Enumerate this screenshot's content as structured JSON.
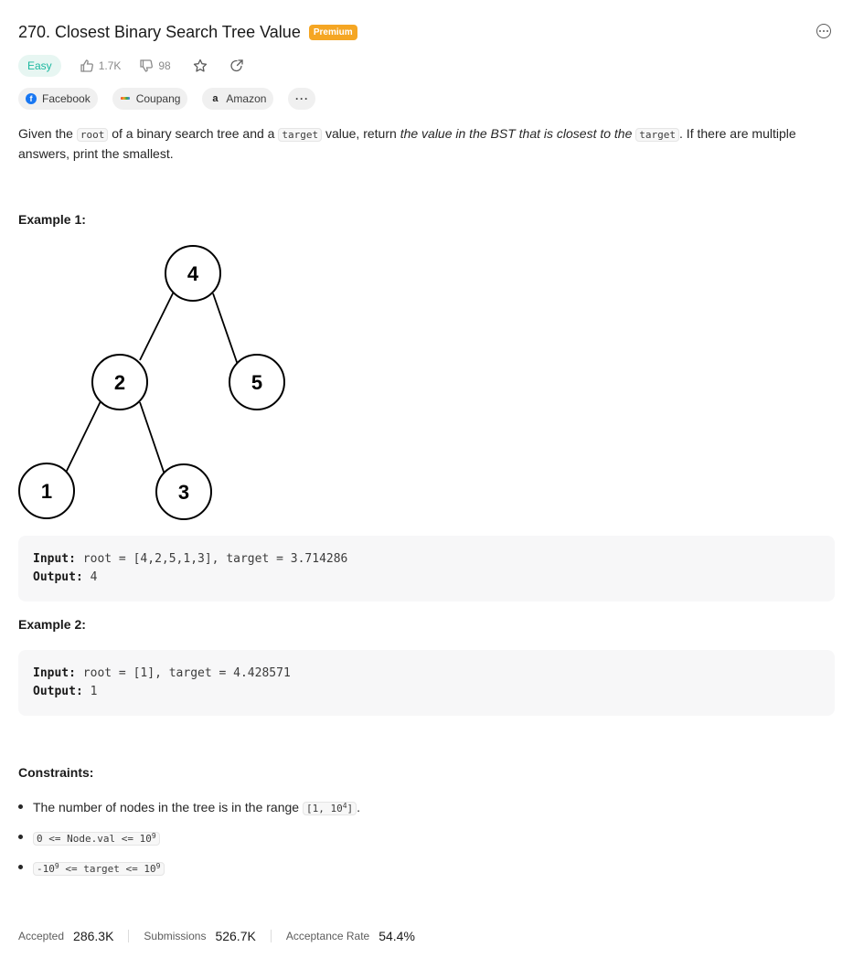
{
  "problem": {
    "title": "270. Closest Binary Search Tree Value",
    "premium_badge": "Premium",
    "difficulty": "Easy",
    "likes": "1.7K",
    "dislikes": "98",
    "companies": [
      "Facebook",
      "Coupang",
      "Amazon"
    ],
    "more_companies": "···"
  },
  "description": {
    "part1": "Given the ",
    "code1": "root",
    "part2": " of a binary search tree and a ",
    "code2": "target",
    "part3": " value, return ",
    "italic": "the value in the BST that is closest to the",
    "part4": " ",
    "code3": "target",
    "part5": ". If there are multiple answers, print the smallest."
  },
  "example1": {
    "title": "Example 1:",
    "input_label": "Input:",
    "input": "root = [4,2,5,1,3], target = 3.714286",
    "output_label": "Output:",
    "output": "4",
    "tree_nodes": [
      "4",
      "2",
      "5",
      "1",
      "3"
    ]
  },
  "example2": {
    "title": "Example 2:",
    "input_label": "Input:",
    "input": "root = [1], target = 4.428571",
    "output_label": "Output:",
    "output": "1"
  },
  "constraints": {
    "title": "Constraints:",
    "c1_text": "The number of nodes in the tree is in the range ",
    "c1_code_a": "[1, 10",
    "c1_sup": "4",
    "c1_code_b": "]",
    "c1_end": ".",
    "c2_code": "0 <= Node.val <= 10",
    "c2_sup": "9",
    "c3_code_a": "-10",
    "c3_sup_a": "9",
    "c3_code_b": " <= target <= 10",
    "c3_sup_b": "9"
  },
  "stats": {
    "accepted_label": "Accepted",
    "accepted_value": "286.3K",
    "submissions_label": "Submissions",
    "submissions_value": "526.7K",
    "rate_label": "Acceptance Rate",
    "rate_value": "54.4%"
  }
}
